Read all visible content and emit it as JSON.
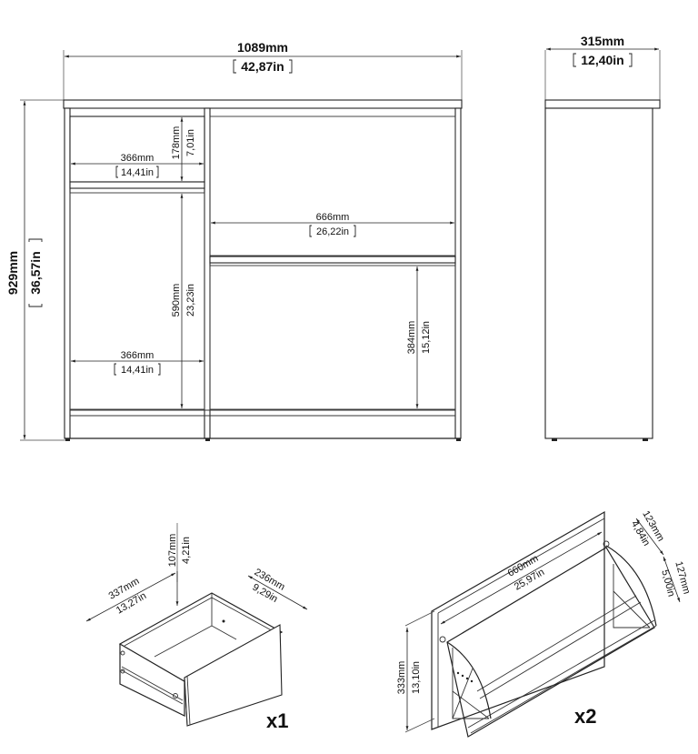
{
  "front_view": {
    "overall_width": {
      "mm": "1089mm",
      "in": "42,87in"
    },
    "overall_height": {
      "mm": "929mm",
      "in": "36,57in"
    },
    "drawer_opening_width": {
      "mm": "366mm",
      "in": "14,41in"
    },
    "drawer_opening_height": {
      "mm": "178mm",
      "in": "7,01in"
    },
    "lower_left_width": {
      "mm": "366mm",
      "in": "14,41in"
    },
    "lower_left_height": {
      "mm": "590mm",
      "in": "23,23in"
    },
    "right_compartment_width": {
      "mm": "666mm",
      "in": "26,22in"
    },
    "right_lower_height": {
      "mm": "384mm",
      "in": "15,12in"
    }
  },
  "side_view": {
    "depth": {
      "mm": "315mm",
      "in": "12,40in"
    }
  },
  "drawer_detail": {
    "depth": {
      "mm": "337mm",
      "in": "13,27in"
    },
    "width": {
      "mm": "236mm",
      "in": "9,29in"
    },
    "height": {
      "mm": "107mm",
      "in": "4,21in"
    },
    "quantity": "x1"
  },
  "shoe_flap_detail": {
    "width": {
      "mm": "660mm",
      "in": "25,97in"
    },
    "height": {
      "mm": "333mm",
      "in": "13,10in"
    },
    "top_depth": {
      "mm": "123mm",
      "in": "4,84in"
    },
    "bottom_depth": {
      "mm": "127mm",
      "in": "5,00in"
    },
    "quantity": "x2"
  },
  "colors": {
    "line": "#222222",
    "background": "#ffffff"
  }
}
